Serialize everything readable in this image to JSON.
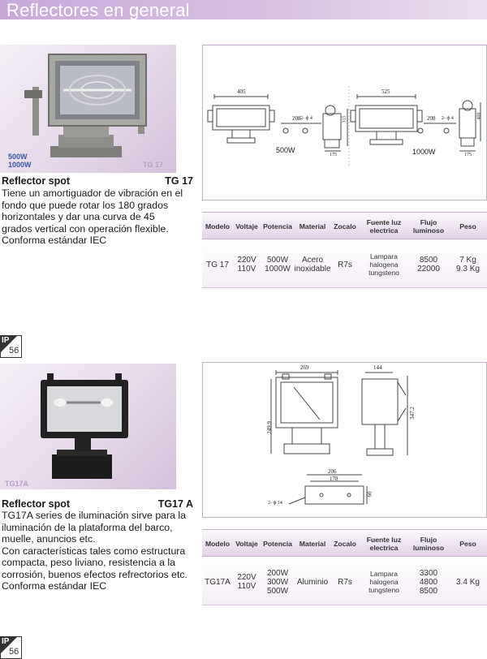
{
  "page": {
    "title": "Reflectores en general"
  },
  "products": [
    {
      "photo_watts": "500W\n1000W",
      "photo_model": "TG 17",
      "drawing_left_label": "500W",
      "drawing_right_label": "1000W",
      "drawing_dims": {
        "left_width": "405",
        "left_side": "208",
        "left_depth": "175",
        "left_height": "315",
        "left_hole": "2- ф 4",
        "right_width": "525",
        "right_side": "208",
        "right_depth": "175",
        "right_height": "400",
        "right_hole": "2- ф 4"
      },
      "name": "Reflector spot",
      "code": "TG 17",
      "description": "Tiene un amortiguador de vibración en el\nfondo que puede rotar los 180 grados\nhorizontales y dar una curva de 45\ngrados vertical con operación flexible.\nConforma estándar IEC",
      "spec_headers": [
        "Modelo",
        "Voltaje",
        "Potencia",
        "Material",
        "Zocalo",
        "Fuente luz\nelectrica",
        "Flujo\nluminoso",
        "Peso"
      ],
      "spec_values": [
        "TG 17",
        "220V\n110V",
        "500W\n1000W",
        "Acero\ninoxidable",
        "R7s",
        "Lampara\nhalogena\ntungsteno",
        "8500\n22000",
        "7 Kg\n9.3 Kg"
      ],
      "ip": {
        "label": "IP",
        "value": "56"
      }
    },
    {
      "photo_model": "TG17A",
      "drawing_dims": {
        "width": "269",
        "depth": "144",
        "height": "347.2",
        "inner_height": "249.9",
        "base_width": "206",
        "base_inner": "178",
        "base_depth": "60",
        "base_hole": "2- ф 14"
      },
      "name": "Reflector spot",
      "code": "TG17 A",
      "description": "TG17A series de iluminación sirve para la\niluminación de la plataforma del barco,\nmuelle, anuncios etc.\nCon características tales como estructura\ncompacta, peso liviano, resistencia a la\ncorrosión, buenos efectos refrectorios etc.\nConforma estándar IEC",
      "spec_headers": [
        "Modelo",
        "Voltaje",
        "Potencia",
        "Material",
        "Zocalo",
        "Fuente luz\nelectrica",
        "Flujo\nluminoso",
        "Peso"
      ],
      "spec_values": [
        "TG17A",
        "220V\n110V",
        "200W\n300W\n500W",
        "Aluminio",
        "R7s",
        "Lampara\nhalogena\ntungsteno",
        "3300\n4800\n8500",
        "3.4 Kg"
      ],
      "ip": {
        "label": "IP",
        "value": "56"
      }
    }
  ],
  "colors": {
    "accent": "#c8a8d8",
    "photo_label": "#3b57a0",
    "border": "#c6aecf"
  }
}
